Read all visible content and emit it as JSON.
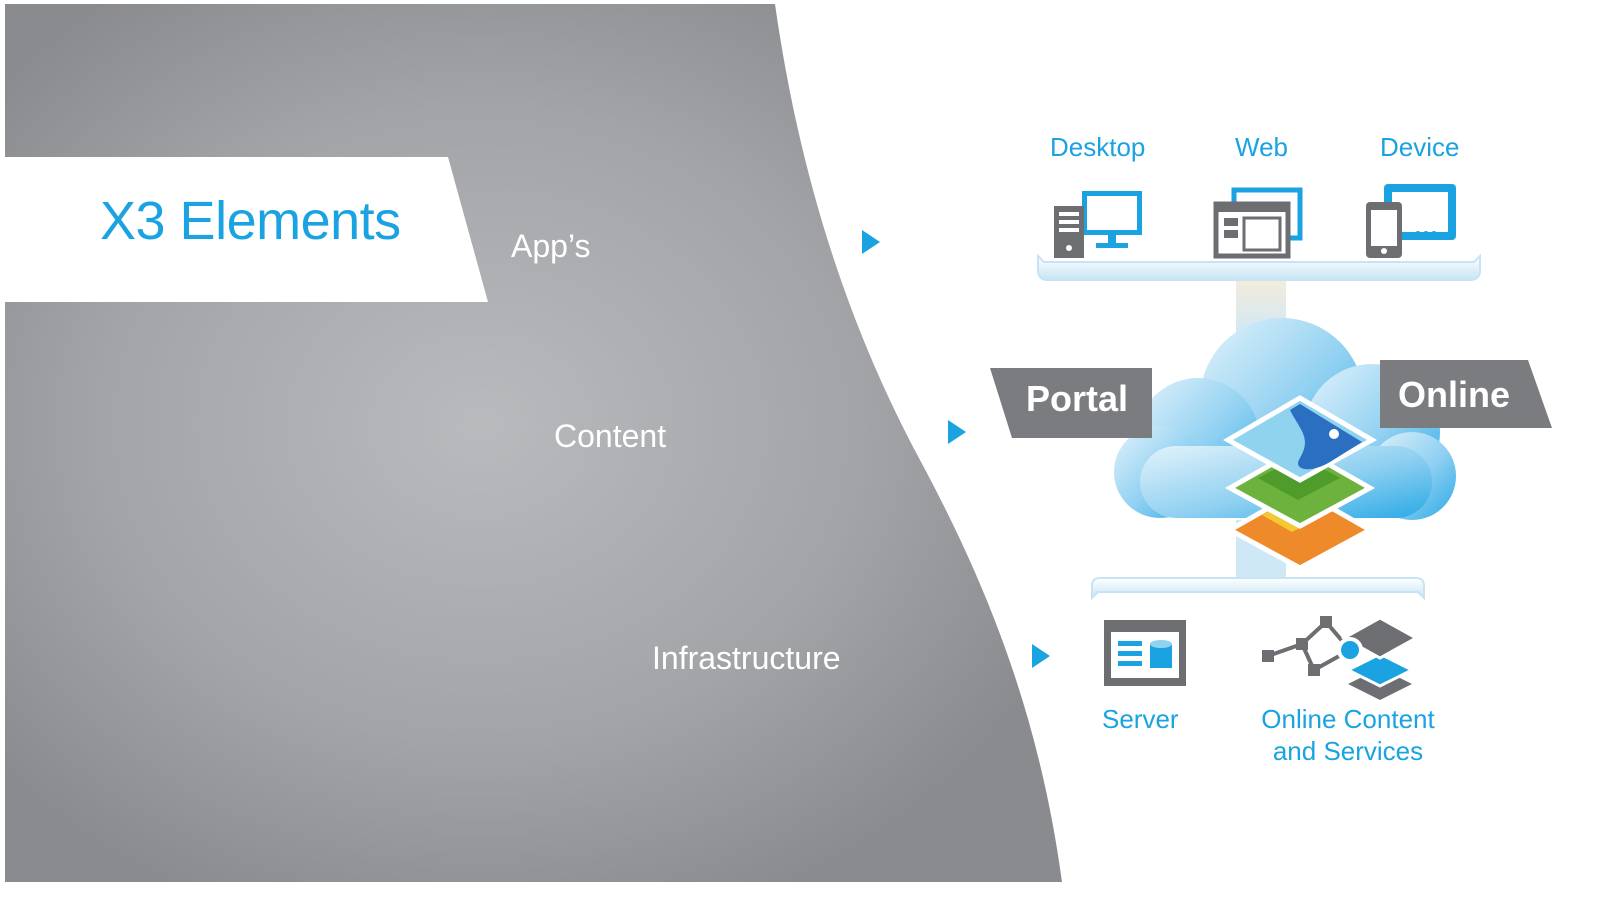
{
  "title": "X3 Elements",
  "layers": {
    "apps": "App’s",
    "content": "Content",
    "infrastructure": "Infrastructure"
  },
  "apps": {
    "desktop": "Desktop",
    "web": "Web",
    "device": "Device"
  },
  "tags": {
    "portal": "Portal",
    "online": "Online"
  },
  "infrastructure": {
    "server": "Server",
    "online_line1": "Online Content",
    "online_line2": "and Services"
  },
  "colors": {
    "accent": "#1aa3e0",
    "gray_panel": "#9fa1a5",
    "tag_gray": "#7b7c80",
    "icon_gray": "#6d6e71"
  }
}
